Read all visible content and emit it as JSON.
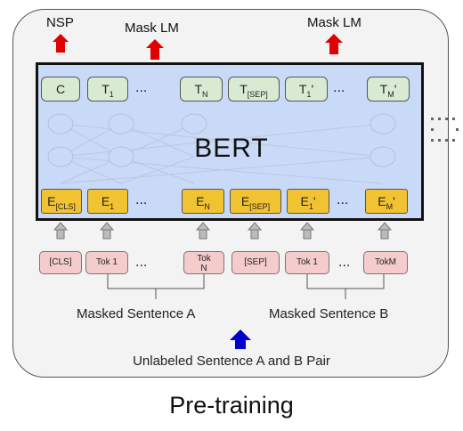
{
  "outputs": {
    "nsp": "NSP",
    "mask_lm_1": "Mask LM",
    "mask_lm_2": "Mask LM"
  },
  "model": {
    "name": "BERT"
  },
  "top_tokens": [
    {
      "base": "C",
      "sub": "",
      "prime": ""
    },
    {
      "base": "T",
      "sub": "1",
      "prime": ""
    },
    {
      "base": "T",
      "sub": "N",
      "prime": ""
    },
    {
      "base": "T",
      "sub": "[SEP]",
      "prime": ""
    },
    {
      "base": "T",
      "sub": "1",
      "prime": "'"
    },
    {
      "base": "T",
      "sub": "M",
      "prime": "'"
    }
  ],
  "embeddings": [
    {
      "base": "E",
      "sub": "[CLS]",
      "prime": ""
    },
    {
      "base": "E",
      "sub": "1",
      "prime": ""
    },
    {
      "base": "E",
      "sub": "N",
      "prime": ""
    },
    {
      "base": "E",
      "sub": "[SEP]",
      "prime": ""
    },
    {
      "base": "E",
      "sub": "1",
      "prime": "'"
    },
    {
      "base": "E",
      "sub": "M",
      "prime": "'"
    }
  ],
  "input_tokens": [
    {
      "line1": "[CLS]",
      "line2": ""
    },
    {
      "line1": "Tok 1",
      "line2": ""
    },
    {
      "line1": "Tok",
      "line2": "N"
    },
    {
      "line1": "[SEP]",
      "line2": ""
    },
    {
      "line1": "Tok 1",
      "line2": ""
    },
    {
      "line1": "TokM",
      "line2": ""
    }
  ],
  "ellipsis": "...",
  "sentences": {
    "a": "Masked Sentence A",
    "b": "Masked Sentence B",
    "pair": "Unlabeled Sentence A and B Pair"
  },
  "caption": "Pre-training",
  "colors": {
    "output_arrow": "#e00000",
    "input_arrow": "#0000cc",
    "bert_fill": "#c9daf8",
    "token_fill": "#d9ead3",
    "embedding_fill": "#f1c232",
    "input_fill": "#f4cccc"
  }
}
